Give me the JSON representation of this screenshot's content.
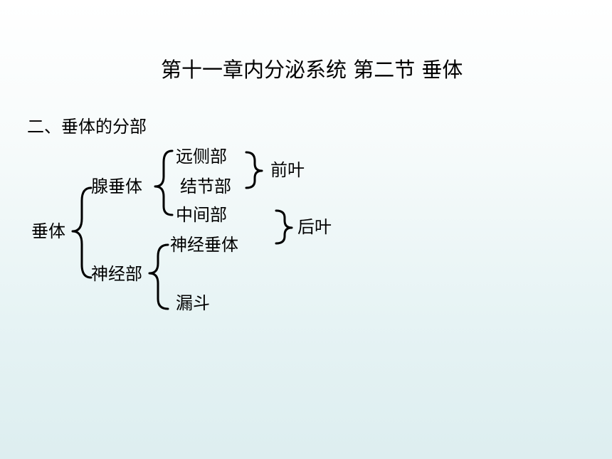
{
  "slide": {
    "title": "第十一章内分泌系统   第二节 垂体",
    "subtitle": "二、垂体的分部"
  },
  "tree": {
    "root": "垂体",
    "adeno": {
      "label": "腺垂体",
      "children": [
        "远侧部",
        "结节部",
        "中间部"
      ]
    },
    "neuro": {
      "label": "神经部",
      "children": [
        "神经垂体",
        "漏斗"
      ]
    },
    "groups": {
      "anterior": "前叶",
      "posterior": "后叶"
    }
  }
}
